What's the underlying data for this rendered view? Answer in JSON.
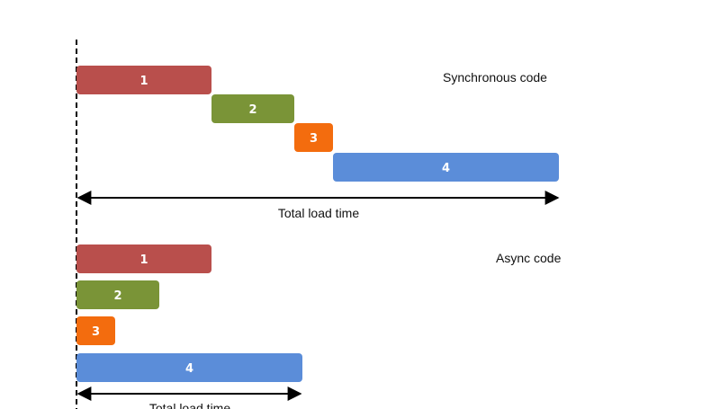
{
  "sections": [
    {
      "title": "Synchronous code",
      "axis_label": "Total load time",
      "tasks": [
        {
          "label": "1",
          "start": 0,
          "duration": 150,
          "color": "#b94f4c"
        },
        {
          "label": "2",
          "start": 150,
          "duration": 92,
          "color": "#7a9437"
        },
        {
          "label": "3",
          "start": 242,
          "duration": 43,
          "color": "#f36c0e"
        },
        {
          "label": "4",
          "start": 285,
          "duration": 251,
          "color": "#5b8dd9"
        }
      ]
    },
    {
      "title": "Async code",
      "axis_label": "Total load time",
      "tasks": [
        {
          "label": "1",
          "start": 0,
          "duration": 150,
          "color": "#b94f4c"
        },
        {
          "label": "2",
          "start": 0,
          "duration": 92,
          "color": "#7a9437"
        },
        {
          "label": "3",
          "start": 0,
          "duration": 43,
          "color": "#f36c0e"
        },
        {
          "label": "4",
          "start": 0,
          "duration": 251,
          "color": "#5b8dd9"
        }
      ]
    }
  ]
}
